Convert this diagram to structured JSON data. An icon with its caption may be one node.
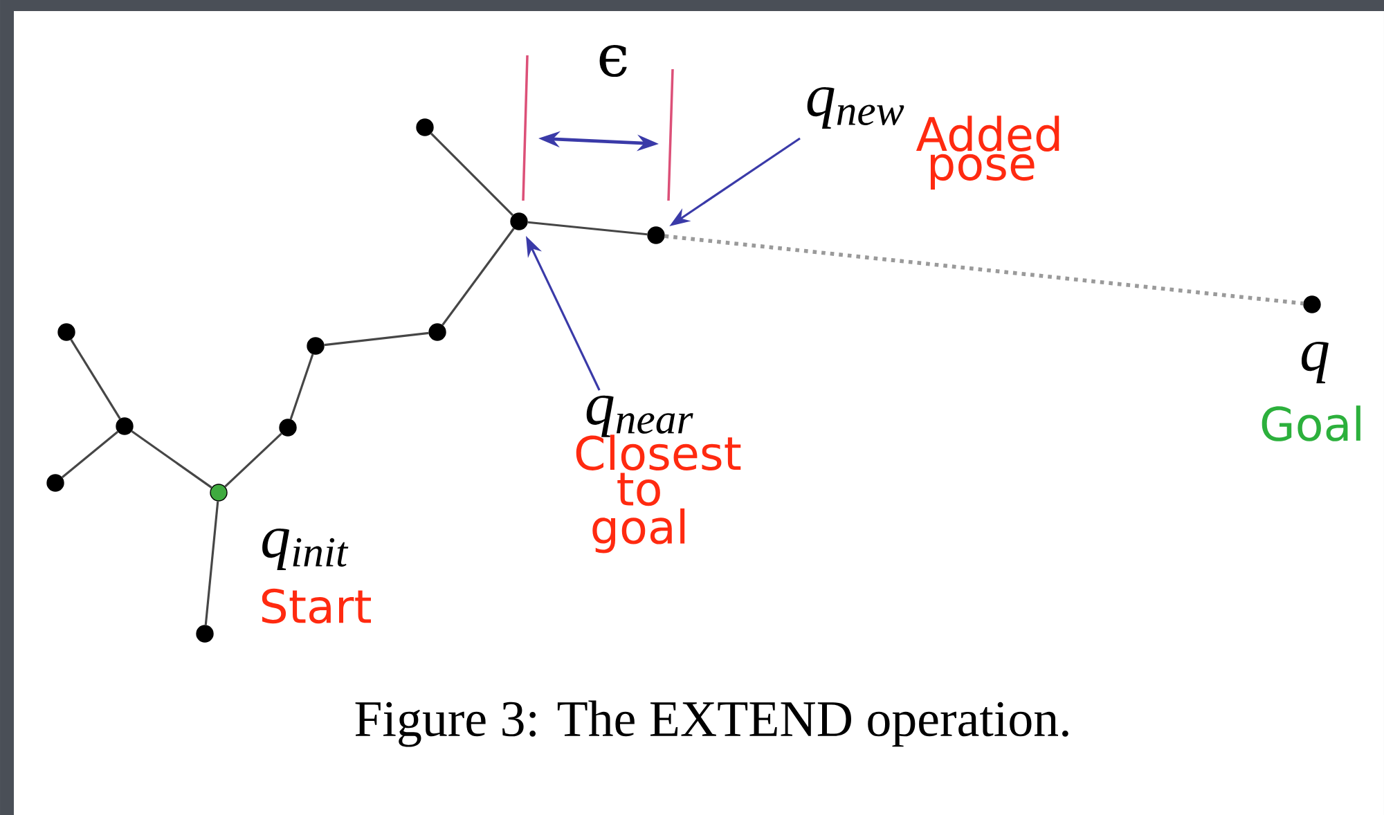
{
  "diagram": {
    "caption": "Figure 3: The EXTEND operation.",
    "nodes": [
      {
        "text": [],
        "shape": "circle",
        "beside": [
          "q$_{init}$",
          "Start"
        ]
      },
      {
        "text": [],
        "shape": "circle"
      },
      {
        "text": [],
        "shape": "circle"
      },
      {
        "text": [],
        "shape": "circle"
      },
      {
        "text": [],
        "shape": "circle"
      },
      {
        "text": [],
        "shape": "circle"
      },
      {
        "text": [],
        "shape": "circle"
      },
      {
        "text": [],
        "shape": "circle"
      },
      {
        "text": [],
        "shape": "circle"
      },
      {
        "text": [],
        "shape": "circle"
      },
      {
        "text": [],
        "shape": "circle"
      },
      {
        "text": [],
        "shape": "circle",
        "beside": [
          "q",
          "Goal"
        ]
      },
      {
        "text": [
          "q$_{near}$",
          "Closest to goal"
        ]
      },
      {
        "text": [
          "q$_{new}$",
          "Added pose"
        ]
      }
    ],
    "edges": [
      {
        "from": 0,
        "to": 1,
        "arrow": "none"
      },
      {
        "from": 1,
        "to": 2,
        "arrow": "none"
      },
      {
        "from": 1,
        "to": 3,
        "arrow": "none"
      },
      {
        "from": 0,
        "to": 4,
        "arrow": "none"
      },
      {
        "from": 0,
        "to": 5,
        "arrow": "none"
      },
      {
        "from": 5,
        "to": 6,
        "arrow": "none"
      },
      {
        "from": 6,
        "to": 7,
        "arrow": "none"
      },
      {
        "from": 7,
        "to": 8,
        "arrow": "none"
      },
      {
        "from": 8,
        "to": 9,
        "arrow": "none"
      },
      {
        "from": 8,
        "to": 10,
        "arrow": "none"
      },
      {
        "from": 10,
        "to": 11,
        "arrow": "none",
        "style": "dashed",
        "color": "#9a9a9a"
      },
      {
        "from": 12,
        "to": 8,
        "arrow": "to",
        "color": "#3a3aa8"
      },
      {
        "from": 13,
        "to": 10,
        "arrow": "to",
        "color": "#3a3aa8"
      }
    ],
    "labels": [
      "ϵ"
    ]
  }
}
